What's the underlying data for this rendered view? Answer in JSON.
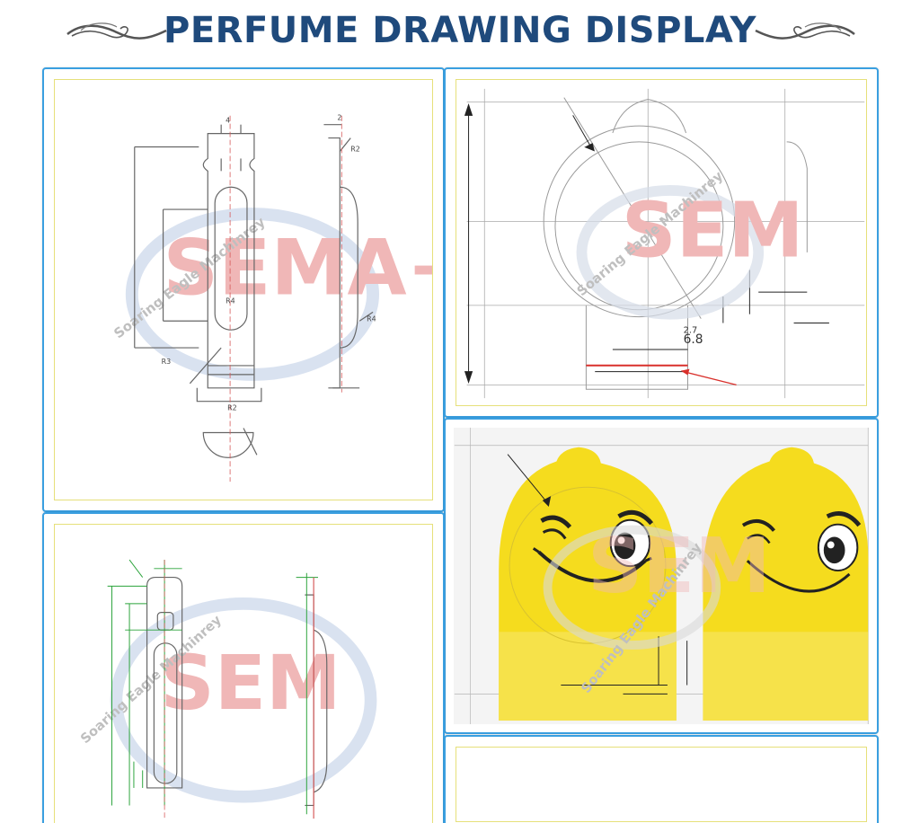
{
  "header": {
    "title": "PERFUME DRAWING DISPLAY"
  },
  "watermark": {
    "text": "Soaring Eagle Machinrey",
    "logo": "SEM",
    "logo_plus": "SEMA+"
  },
  "drawing1": {
    "dims": [
      "4",
      "2",
      "R2",
      "R4",
      "R4",
      "R3",
      "R2"
    ]
  },
  "drawing2": {
    "dims": [
      "6.8",
      "2.7"
    ]
  },
  "colors": {
    "title": "#1f4a7c",
    "panel_border": "#3a9fe0",
    "inner_border": "#e6e07a",
    "emoji_yellow": "#f5dc1e",
    "dimension_line": "#2aa33a",
    "highlight_line": "#d9302b"
  },
  "icons": [
    "flourish-left-icon",
    "flourish-right-icon"
  ]
}
